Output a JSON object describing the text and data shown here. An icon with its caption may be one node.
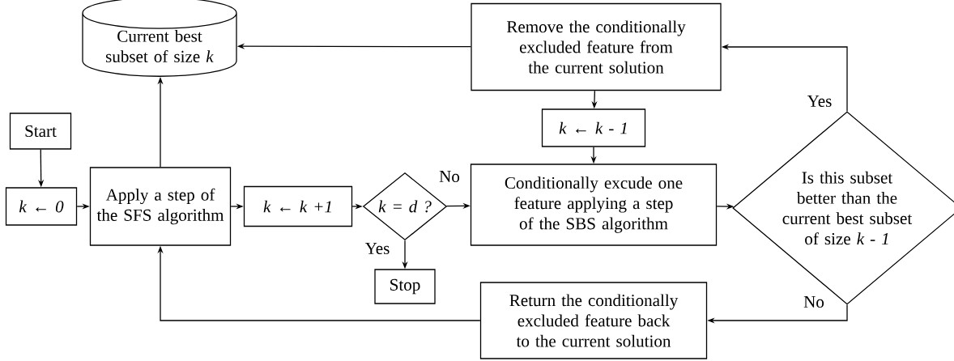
{
  "diagram": {
    "nodes": [
      {
        "text": [
          "Current best subset of size *k*"
        ]
      },
      {
        "text": [
          "Remove the conditionally excluded feature from the current solution"
        ]
      },
      {
        "text": [
          "Start"
        ]
      },
      {
        "text": [
          "*k* ← *k - 1*"
        ]
      },
      {
        "text": [
          "*k* ← *0*"
        ]
      },
      {
        "text": [
          "Apply a step of the SFS algorithm"
        ]
      },
      {
        "text": [
          "*k* ← *k +1*"
        ]
      },
      {
        "text": [
          "*k = d ?*"
        ]
      },
      {
        "text": [
          "Conditionally excude one feature applying a step of the SBS algorithm"
        ]
      },
      {
        "text": [
          "Is this subset better than the current best subset of size *k - 1*"
        ]
      },
      {
        "text": [
          "Stop"
        ]
      },
      {
        "text": [
          "Return the conditionally excluded feature back to the current solution"
        ]
      }
    ],
    "edges": [
      {
        "from": 2,
        "to": 4,
        "arrow": "to"
      },
      {
        "from": 4,
        "to": 5,
        "arrow": "to"
      },
      {
        "from": 5,
        "to": 0,
        "arrow": "to"
      },
      {
        "from": 5,
        "to": 6,
        "arrow": "to"
      },
      {
        "from": 6,
        "to": 7,
        "arrow": "to"
      },
      {
        "from": 7,
        "to": 8,
        "arrow": "to",
        "label": "No"
      },
      {
        "from": 7,
        "to": 10,
        "arrow": "to",
        "label": "Yes"
      },
      {
        "from": 8,
        "to": 9,
        "arrow": "to"
      },
      {
        "from": 9,
        "to": 1,
        "arrow": "to",
        "label": "Yes"
      },
      {
        "from": 1,
        "to": 0,
        "arrow": "to"
      },
      {
        "from": 1,
        "to": 3,
        "arrow": "to"
      },
      {
        "from": 3,
        "to": 8,
        "arrow": "to"
      },
      {
        "from": 9,
        "to": 11,
        "arrow": "to",
        "label": "No"
      },
      {
        "from": 11,
        "to": 5,
        "arrow": "to"
      }
    ]
  }
}
